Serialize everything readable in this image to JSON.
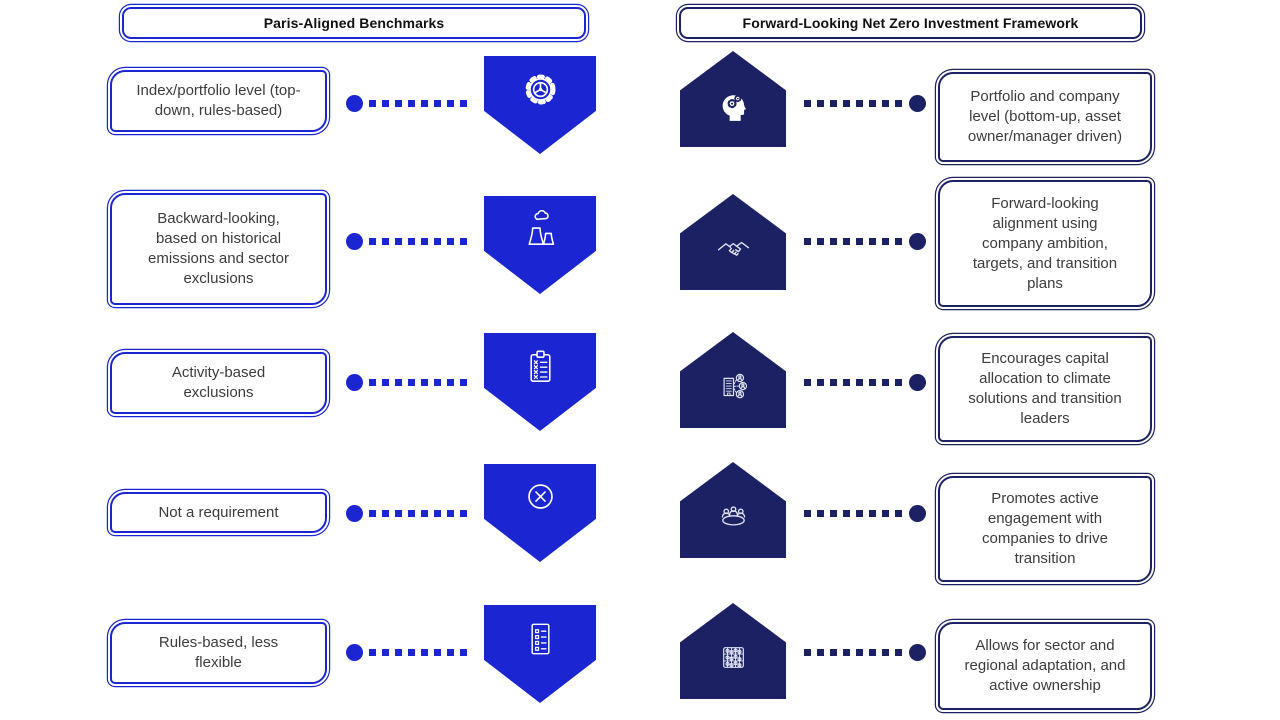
{
  "headers": {
    "left": "Paris-Aligned Benchmarks",
    "right": "Forward-Looking Net Zero Investment Framework"
  },
  "colors": {
    "royal_blue": "#1b26d2",
    "navy": "#1b2163",
    "body_text": "#3c3c3c"
  },
  "rows": [
    {
      "left_text": "Index/portfolio level (top-down, rules-based)",
      "left_icon": "gear-governance-icon",
      "right_icon": "thinking-head-gears-icon",
      "right_text": "Portfolio and company level (bottom-up, asset owner/manager driven)"
    },
    {
      "left_text": "Backward-looking, based on historical emissions and sector exclusions",
      "left_icon": "power-plant-emissions-icon",
      "right_icon": "handshake-icon",
      "right_text": "Forward-looking alignment using company ambition, targets, and transition plans"
    },
    {
      "left_text": "Activity-based exclusions",
      "left_icon": "exclusion-checklist-icon",
      "right_icon": "company-people-network-icon",
      "right_text": "Encourages capital allocation to climate solutions and transition leaders"
    },
    {
      "left_text": "Not a requirement",
      "left_icon": "cross-circle-icon",
      "right_icon": "meeting-table-icon",
      "right_text": "Promotes active engagement with companies to drive transition"
    },
    {
      "left_text": "Rules-based, less flexible",
      "left_icon": "rules-checklist-icon",
      "right_icon": "abacus-icon",
      "right_text": "Allows for sector and regional adaptation, and active ownership"
    }
  ]
}
